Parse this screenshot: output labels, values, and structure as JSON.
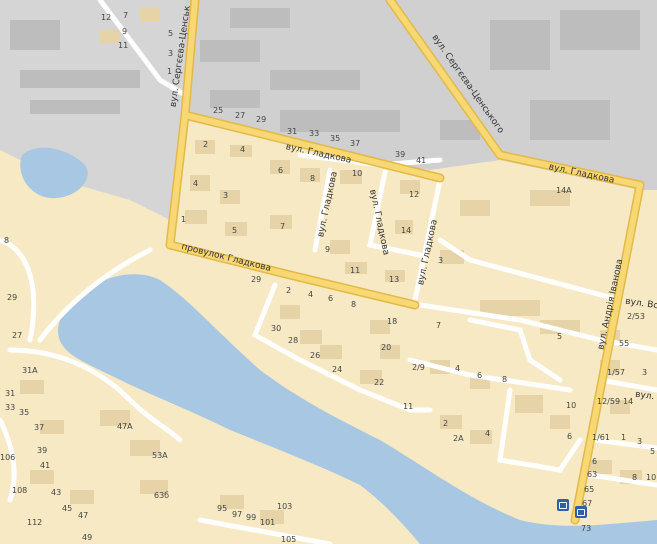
{
  "map": {
    "streets": [
      {
        "id": "sergeev-west",
        "text": "вул. Сергєєва-Ценськ"
      },
      {
        "id": "sergeev-east",
        "text": "вул. Сергєєва-Ценського"
      },
      {
        "id": "gladkova-1",
        "text": "вул. Гладкова"
      },
      {
        "id": "gladkova-2",
        "text": "вул. Гладкова"
      },
      {
        "id": "gladkova-3",
        "text": "вул. Гладкова"
      },
      {
        "id": "gladkova-4",
        "text": "вул. Гладкова"
      },
      {
        "id": "gladkova-5",
        "text": "вул. Гладкова"
      },
      {
        "id": "provulok",
        "text": "провулок Гладкова"
      },
      {
        "id": "ivanova",
        "text": "вул. Андрія Іванова"
      },
      {
        "id": "vs",
        "text": "вул. Вс"
      },
      {
        "id": "vul",
        "text": "вул."
      }
    ],
    "house_numbers": [
      {
        "id": "h12a",
        "text": "12"
      },
      {
        "id": "h7a",
        "text": "7"
      },
      {
        "id": "h9a",
        "text": "9"
      },
      {
        "id": "h11a",
        "text": "11"
      },
      {
        "id": "h5a",
        "text": "5"
      },
      {
        "id": "h3a",
        "text": "3"
      },
      {
        "id": "h1a",
        "text": "1"
      },
      {
        "id": "h25",
        "text": "25"
      },
      {
        "id": "h27",
        "text": "27"
      },
      {
        "id": "h29a",
        "text": "29"
      },
      {
        "id": "h31",
        "text": "31"
      },
      {
        "id": "h33",
        "text": "33"
      },
      {
        "id": "h35a",
        "text": "35"
      },
      {
        "id": "h37a",
        "text": "37"
      },
      {
        "id": "h39",
        "text": "39"
      },
      {
        "id": "h41",
        "text": "41"
      },
      {
        "id": "h2a",
        "text": "2"
      },
      {
        "id": "h4a",
        "text": "4"
      },
      {
        "id": "h6a",
        "text": "6"
      },
      {
        "id": "h8a",
        "text": "8"
      },
      {
        "id": "h10a",
        "text": "10"
      },
      {
        "id": "h12b",
        "text": "12"
      },
      {
        "id": "h14a",
        "text": "14"
      },
      {
        "id": "h14A",
        "text": "14A"
      },
      {
        "id": "h4b",
        "text": "4"
      },
      {
        "id": "h3b",
        "text": "3"
      },
      {
        "id": "h1b",
        "text": "1"
      },
      {
        "id": "h5b",
        "text": "5"
      },
      {
        "id": "h7b",
        "text": "7"
      },
      {
        "id": "h9b",
        "text": "9"
      },
      {
        "id": "h11b",
        "text": "11"
      },
      {
        "id": "h13",
        "text": "13"
      },
      {
        "id": "h3c",
        "text": "3"
      },
      {
        "id": "h29b",
        "text": "29"
      },
      {
        "id": "h2b",
        "text": "2"
      },
      {
        "id": "h4c",
        "text": "4"
      },
      {
        "id": "h6b",
        "text": "6"
      },
      {
        "id": "h8b",
        "text": "8"
      },
      {
        "id": "h18",
        "text": "18"
      },
      {
        "id": "h30",
        "text": "30"
      },
      {
        "id": "h28",
        "text": "28"
      },
      {
        "id": "h26",
        "text": "26"
      },
      {
        "id": "h24",
        "text": "24"
      },
      {
        "id": "h20",
        "text": "20"
      },
      {
        "id": "h22",
        "text": "22"
      },
      {
        "id": "h7c",
        "text": "7"
      },
      {
        "id": "h5c",
        "text": "5"
      },
      {
        "id": "h2_9",
        "text": "2/9"
      },
      {
        "id": "h4d",
        "text": "4"
      },
      {
        "id": "h6c",
        "text": "6"
      },
      {
        "id": "h8c",
        "text": "8"
      },
      {
        "id": "h11c",
        "text": "11"
      },
      {
        "id": "h2c",
        "text": "2"
      },
      {
        "id": "h2A",
        "text": "2А"
      },
      {
        "id": "h4e",
        "text": "4"
      },
      {
        "id": "h10b",
        "text": "10"
      },
      {
        "id": "h6d",
        "text": "6"
      },
      {
        "id": "h2_53",
        "text": "2/53"
      },
      {
        "id": "h55",
        "text": "55"
      },
      {
        "id": "h1_57",
        "text": "1/57"
      },
      {
        "id": "h3d",
        "text": "3"
      },
      {
        "id": "h12_59",
        "text": "12/59"
      },
      {
        "id": "h14b",
        "text": "14"
      },
      {
        "id": "h1_61",
        "text": "1/61"
      },
      {
        "id": "h1c",
        "text": "1"
      },
      {
        "id": "h3e",
        "text": "3"
      },
      {
        "id": "h5d",
        "text": "5"
      },
      {
        "id": "h6e",
        "text": "6"
      },
      {
        "id": "h63",
        "text": "63"
      },
      {
        "id": "h65",
        "text": "65"
      },
      {
        "id": "h8d",
        "text": "8"
      },
      {
        "id": "h10c",
        "text": "10"
      },
      {
        "id": "h67",
        "text": "67"
      },
      {
        "id": "h73",
        "text": "73"
      },
      {
        "id": "h8e",
        "text": "8"
      },
      {
        "id": "h29c",
        "text": "29"
      },
      {
        "id": "h27b",
        "text": "27"
      },
      {
        "id": "h31A",
        "text": "31А"
      },
      {
        "id": "h31b",
        "text": "31"
      },
      {
        "id": "h33b",
        "text": "33"
      },
      {
        "id": "h35b",
        "text": "35"
      },
      {
        "id": "h37b",
        "text": "37"
      },
      {
        "id": "h39b",
        "text": "39"
      },
      {
        "id": "h41b",
        "text": "41"
      },
      {
        "id": "h47A",
        "text": "47А"
      },
      {
        "id": "h53A",
        "text": "53А"
      },
      {
        "id": "h106",
        "text": "106"
      },
      {
        "id": "h108",
        "text": "108"
      },
      {
        "id": "h43",
        "text": "43"
      },
      {
        "id": "h45",
        "text": "45"
      },
      {
        "id": "h47",
        "text": "47"
      },
      {
        "id": "h636",
        "text": "63б"
      },
      {
        "id": "h112",
        "text": "112"
      },
      {
        "id": "h49",
        "text": "49"
      },
      {
        "id": "h95",
        "text": "95"
      },
      {
        "id": "h97",
        "text": "97"
      },
      {
        "id": "h99",
        "text": "99"
      },
      {
        "id": "h101",
        "text": "101"
      },
      {
        "id": "h103",
        "text": "103"
      },
      {
        "id": "h105",
        "text": "105"
      }
    ],
    "bus_stops": [
      {
        "id": "bus-1"
      },
      {
        "id": "bus-2"
      }
    ],
    "colors": {
      "land": "#f6e9c3",
      "industrial": "#d0d0d0",
      "water": "#a8c7e3",
      "main_road": "#f7d873",
      "road_outline": "#e2b94a",
      "minor_road": "#ffffff",
      "building": "#e6d3a8",
      "building_grey": "#bdbdbd",
      "green": "#efe7c5"
    }
  }
}
